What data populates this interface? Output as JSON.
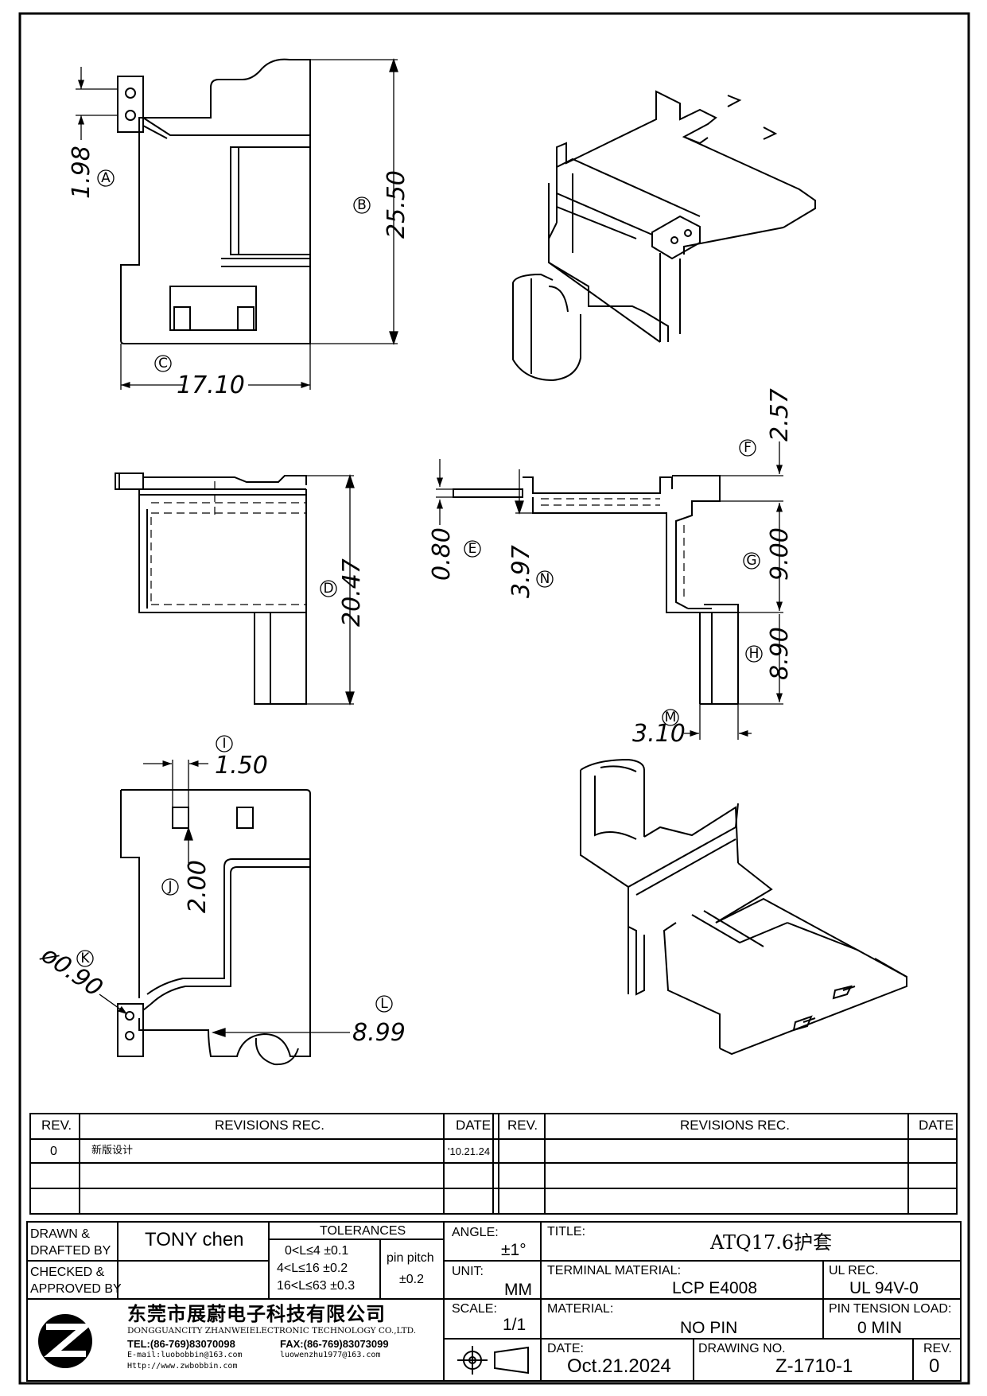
{
  "dimensions": [
    {
      "id": "A",
      "value": "1.98"
    },
    {
      "id": "B",
      "value": "25.50"
    },
    {
      "id": "C",
      "value": "17.10"
    },
    {
      "id": "D",
      "value": "20.47"
    },
    {
      "id": "E",
      "value": "0.80"
    },
    {
      "id": "F",
      "value": "2.57"
    },
    {
      "id": "G",
      "value": "9.00"
    },
    {
      "id": "H",
      "value": "8.90"
    },
    {
      "id": "I",
      "value": "1.50"
    },
    {
      "id": "J",
      "value": "2.00"
    },
    {
      "id": "K",
      "value": "ø0.90"
    },
    {
      "id": "L",
      "value": "8.99"
    },
    {
      "id": "M",
      "value": "3.10"
    },
    {
      "id": "N",
      "value": "3.97"
    }
  ],
  "revisions": {
    "header": {
      "rev": "REV.",
      "rec": "REVISIONS    REC.",
      "date": "DATE"
    },
    "rows": [
      {
        "rev": "0",
        "rec": "新版设计",
        "date": "'10.21.24"
      }
    ]
  },
  "title_block": {
    "drawn_label": "DRAWN &\nDRAFTED BY",
    "drawn_value": "TONY chen",
    "checked_label": "CHECKED &\nAPPROVED BY",
    "tolerances_label": "TOLERANCES",
    "tolerance_rows": [
      "0<L≤4    ±0.1",
      "4<L≤16  ±0.2",
      "16<L≤63  ±0.3"
    ],
    "pin_pitch_label": "pin  pitch",
    "pin_pitch_value": "±0.2",
    "angle_label": "ANGLE:",
    "angle_value": "±1°",
    "unit_label": "UNIT:",
    "unit_value": "MM",
    "scale_label": "SCALE:",
    "scale_value": "1/1",
    "title_label": "TITLE:",
    "title_value": "ATQ17.6护套",
    "terminal_material_label": "TERMINAL  MATERIAL:",
    "terminal_material_value": "LCP  E4008",
    "ul_rec_label": "UL  REC.",
    "ul_rec_value": "UL  94V-0",
    "material_label": "MATERIAL:",
    "material_value": "NO  PIN",
    "pin_tension_label": "PIN  TENSION  LOAD:",
    "pin_tension_value": "0  MIN",
    "date_label": "DATE:",
    "date_value": "Oct.21.2024",
    "drawing_no_label": "DRAWING  NO.",
    "drawing_no_value": "Z-1710-1",
    "rev_label": "REV.",
    "rev_value": "0"
  },
  "company": {
    "name_cn": "东莞市展蔚电子科技有限公司",
    "name_en": "DONGGUANCITY ZHANWEIELECTRONIC TECHNOLOGY CO.,LTD.",
    "tel": "TEL:(86-769)83070098",
    "fax": "FAX:(86-769)83073099",
    "email1": "E-mail:luobobbin@163.com",
    "email2": "luowenzhu1977@163.com",
    "web": "Http://www.zwbobbin.com"
  }
}
